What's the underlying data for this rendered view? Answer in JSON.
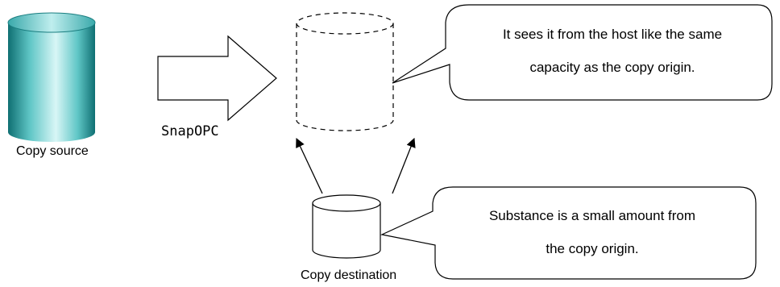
{
  "labels": {
    "copy_source": "Copy source",
    "snapopc": "SnapOPC",
    "copy_destination": "Copy destination"
  },
  "callouts": {
    "top": {
      "line1": "It sees it from the host like the same",
      "line2": "capacity as the copy origin."
    },
    "bottom": {
      "line1": "Substance is a small amount from",
      "line2": "the copy origin."
    }
  },
  "colors": {
    "source_cylinder_light": "#d8f6f6",
    "source_cylinder_mid": "#5fc6c6",
    "source_cylinder_dark": "#0f6f72",
    "stroke": "#000000",
    "background": "#ffffff"
  }
}
